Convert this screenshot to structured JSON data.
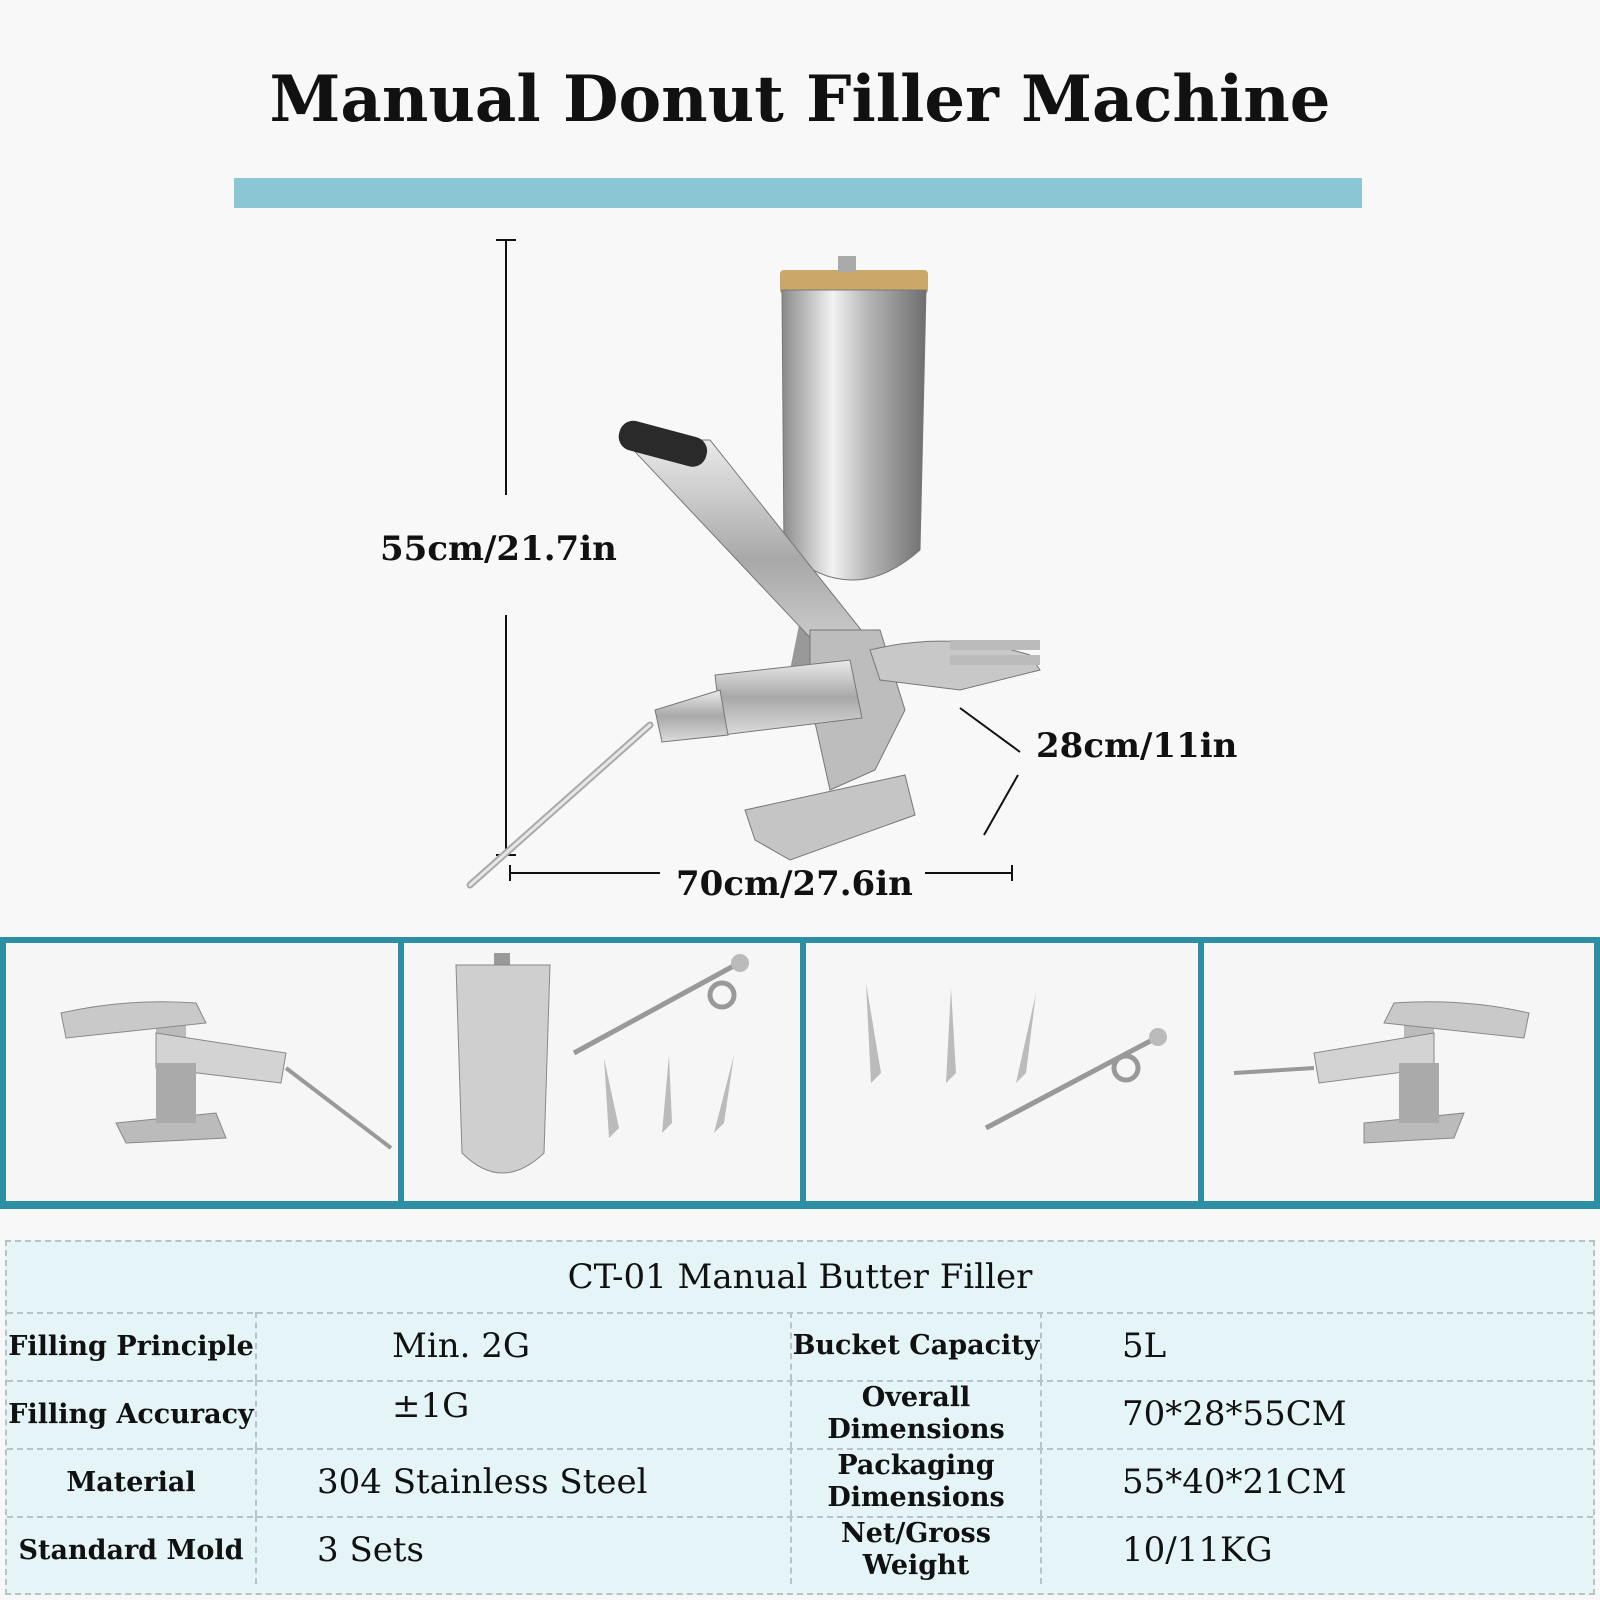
{
  "title": "Manual Donut Filler Machine",
  "dimensions": {
    "height": "55cm/21.7in",
    "depth": "28cm/11in",
    "width": "70cm/27.6in"
  },
  "colors": {
    "accent": "#8ac6d4",
    "thumb_border": "#2d8fa3",
    "table_bg": "#e5f5f7"
  },
  "thumbnails": [
    "machine-side-view",
    "hopper-and-accessories",
    "nozzles-and-rod",
    "machine-side-view-mirrored"
  ],
  "spec_table": {
    "heading": "CT-01 Manual Butter Filler",
    "rows": [
      {
        "label_left": "Filling Principle",
        "value_left": "Min. 2G",
        "label_right": "Bucket Capacity",
        "value_right": "5L"
      },
      {
        "label_left": "Filling Accuracy",
        "value_left": "±1G",
        "label_right": "Overall Dimensions",
        "value_right": "70*28*55CM"
      },
      {
        "label_left": "Material",
        "value_left": "304 Stainless Steel",
        "label_right": "Packaging Dimensions",
        "value_right": "55*40*21CM"
      },
      {
        "label_left": "Standard Mold",
        "value_left": "3 Sets",
        "label_right": "Net/Gross Weight",
        "value_right": "10/11KG"
      }
    ]
  }
}
